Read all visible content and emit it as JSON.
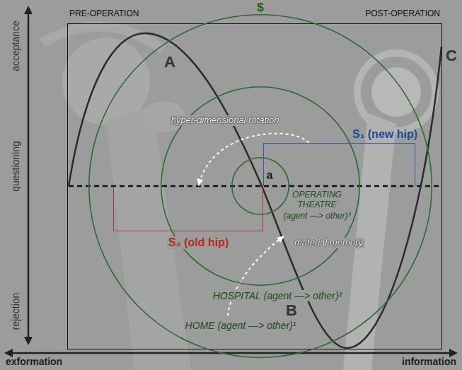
{
  "diagram": {
    "nodes": [
      {
        "text": [
          "PRE-OPERATION",
          "POST-OPERATION"
        ]
      },
      {
        "text": [
          "$",
          "HOSPITAL (agent —> other)²",
          "HOME (agent —> other)¹"
        ],
        "in": 0
      },
      {
        "text": [
          "OPERATING THEATRE",
          "(agent —> other)³"
        ],
        "in": 1
      },
      {
        "text": [
          "a"
        ],
        "in": 2
      },
      {
        "text": [
          "S₁ (new hip)"
        ],
        "in": 0
      },
      {
        "text": [
          "S₂ (old hip)"
        ],
        "in": 0
      }
    ],
    "edges": [
      {
        "from": 4,
        "to": 5,
        "arrow": "to",
        "label": "hyper-dimensional rotation"
      },
      {
        "from": 1,
        "to": 2,
        "arrow": "to",
        "label": "material memory"
      }
    ],
    "labels": [
      "acceptance",
      "questioning",
      "rejection",
      "exformation",
      "information",
      "A",
      "B",
      "C"
    ]
  }
}
